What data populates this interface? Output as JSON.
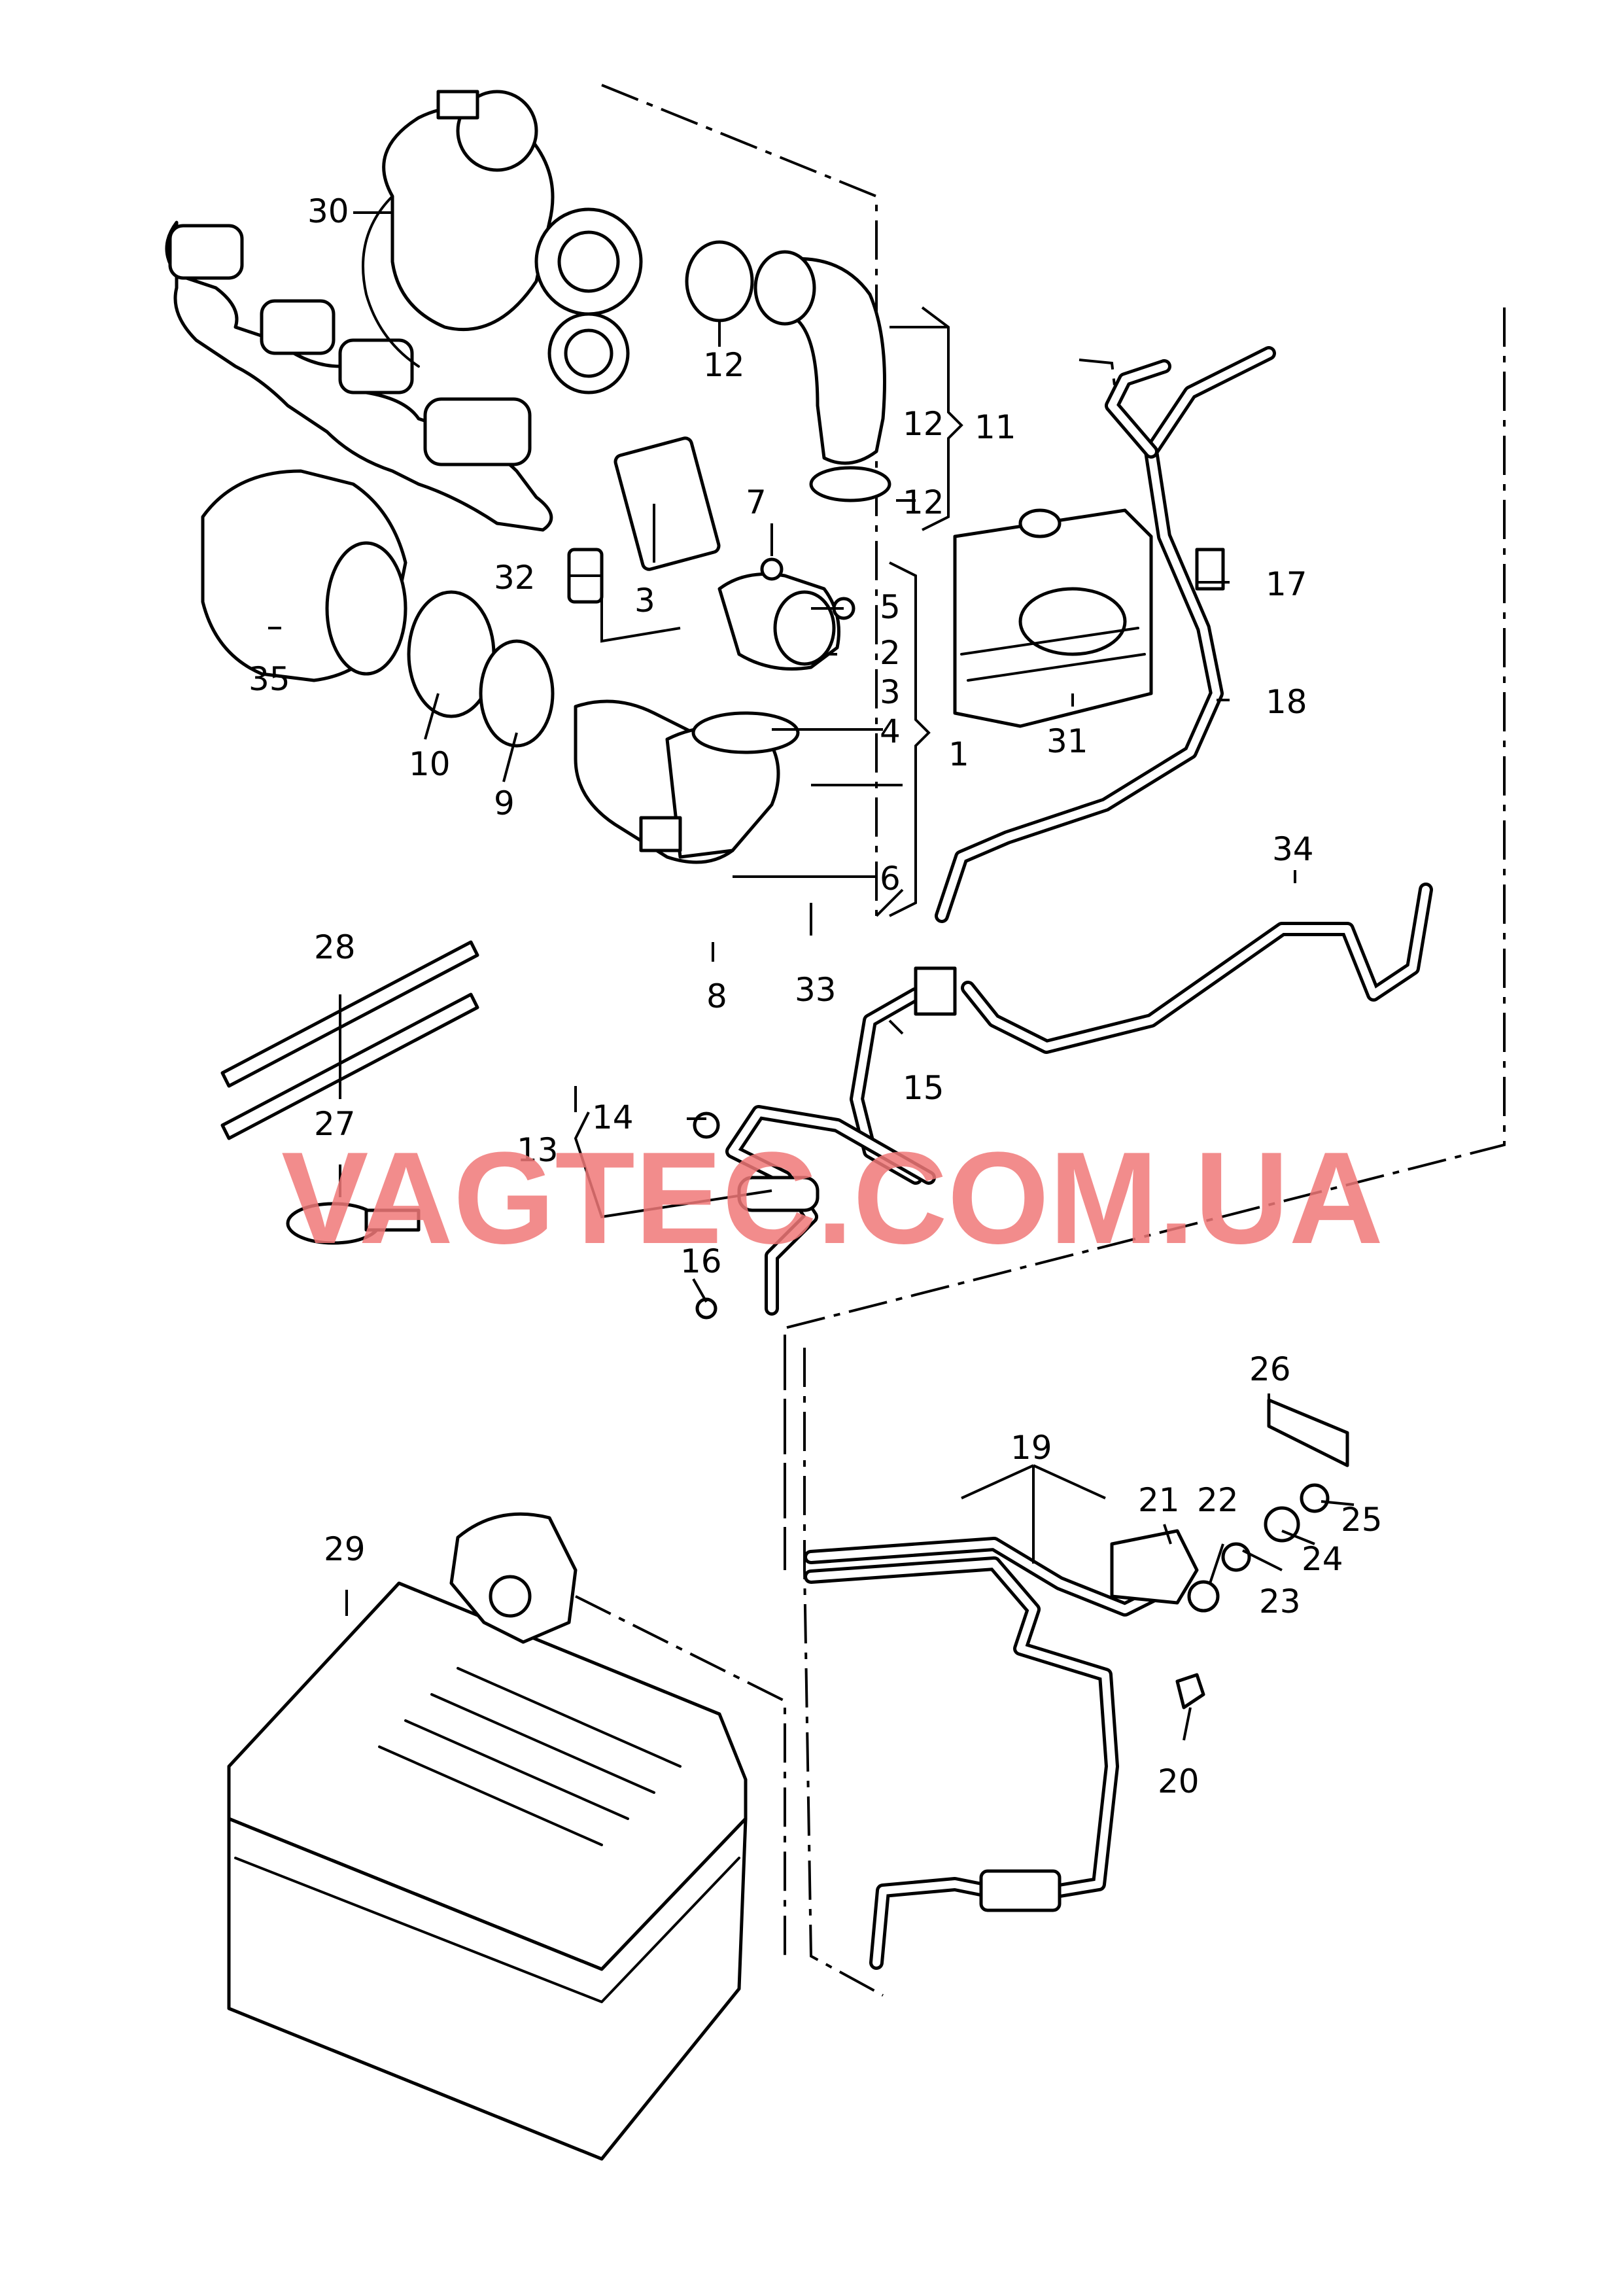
{
  "watermark": "VAGTEC.COM.UA",
  "callouts": [
    {
      "id": "c1",
      "text": "1"
    },
    {
      "id": "c2",
      "text": "2"
    },
    {
      "id": "c3a",
      "text": "3"
    },
    {
      "id": "c3b",
      "text": "3"
    },
    {
      "id": "c4",
      "text": "4"
    },
    {
      "id": "c5",
      "text": "5"
    },
    {
      "id": "c6",
      "text": "6"
    },
    {
      "id": "c7",
      "text": "7"
    },
    {
      "id": "c8",
      "text": "8"
    },
    {
      "id": "c9",
      "text": "9"
    },
    {
      "id": "c10",
      "text": "10"
    },
    {
      "id": "c11",
      "text": "11"
    },
    {
      "id": "c12a",
      "text": "12"
    },
    {
      "id": "c12b",
      "text": "12"
    },
    {
      "id": "c12c",
      "text": "12"
    },
    {
      "id": "c13",
      "text": "13"
    },
    {
      "id": "c14",
      "text": "14"
    },
    {
      "id": "c15",
      "text": "15"
    },
    {
      "id": "c16",
      "text": "16"
    },
    {
      "id": "c17",
      "text": "17"
    },
    {
      "id": "c18",
      "text": "18"
    },
    {
      "id": "c19",
      "text": "19"
    },
    {
      "id": "c20",
      "text": "20"
    },
    {
      "id": "c21",
      "text": "21"
    },
    {
      "id": "c22",
      "text": "22"
    },
    {
      "id": "c23",
      "text": "23"
    },
    {
      "id": "c24",
      "text": "24"
    },
    {
      "id": "c25",
      "text": "25"
    },
    {
      "id": "c26",
      "text": "26"
    },
    {
      "id": "c27",
      "text": "27"
    },
    {
      "id": "c28",
      "text": "28"
    },
    {
      "id": "c29",
      "text": "29"
    },
    {
      "id": "c30",
      "text": "30"
    },
    {
      "id": "c31",
      "text": "31"
    },
    {
      "id": "c32",
      "text": "32"
    },
    {
      "id": "c33",
      "text": "33"
    },
    {
      "id": "c34",
      "text": "34"
    },
    {
      "id": "c35",
      "text": "35"
    }
  ]
}
